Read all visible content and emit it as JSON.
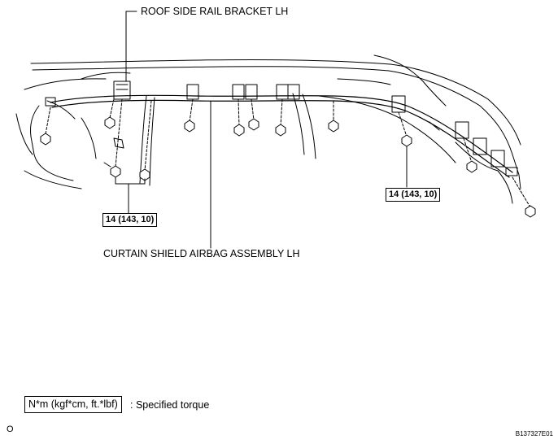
{
  "labels": {
    "roof_side_rail_bracket": "ROOF SIDE RAIL BRACKET LH",
    "curtain_shield_airbag": "CURTAIN SHIELD AIRBAG ASSEMBLY LH"
  },
  "torque": {
    "front": "14 (143, 10)",
    "rear": "14 (143, 10)"
  },
  "legend": {
    "unit_box": "N*m (kgf*cm, ft.*lbf)",
    "description": ": Specified torque"
  },
  "corner_mark": "O",
  "figure_id": "B137327E01"
}
